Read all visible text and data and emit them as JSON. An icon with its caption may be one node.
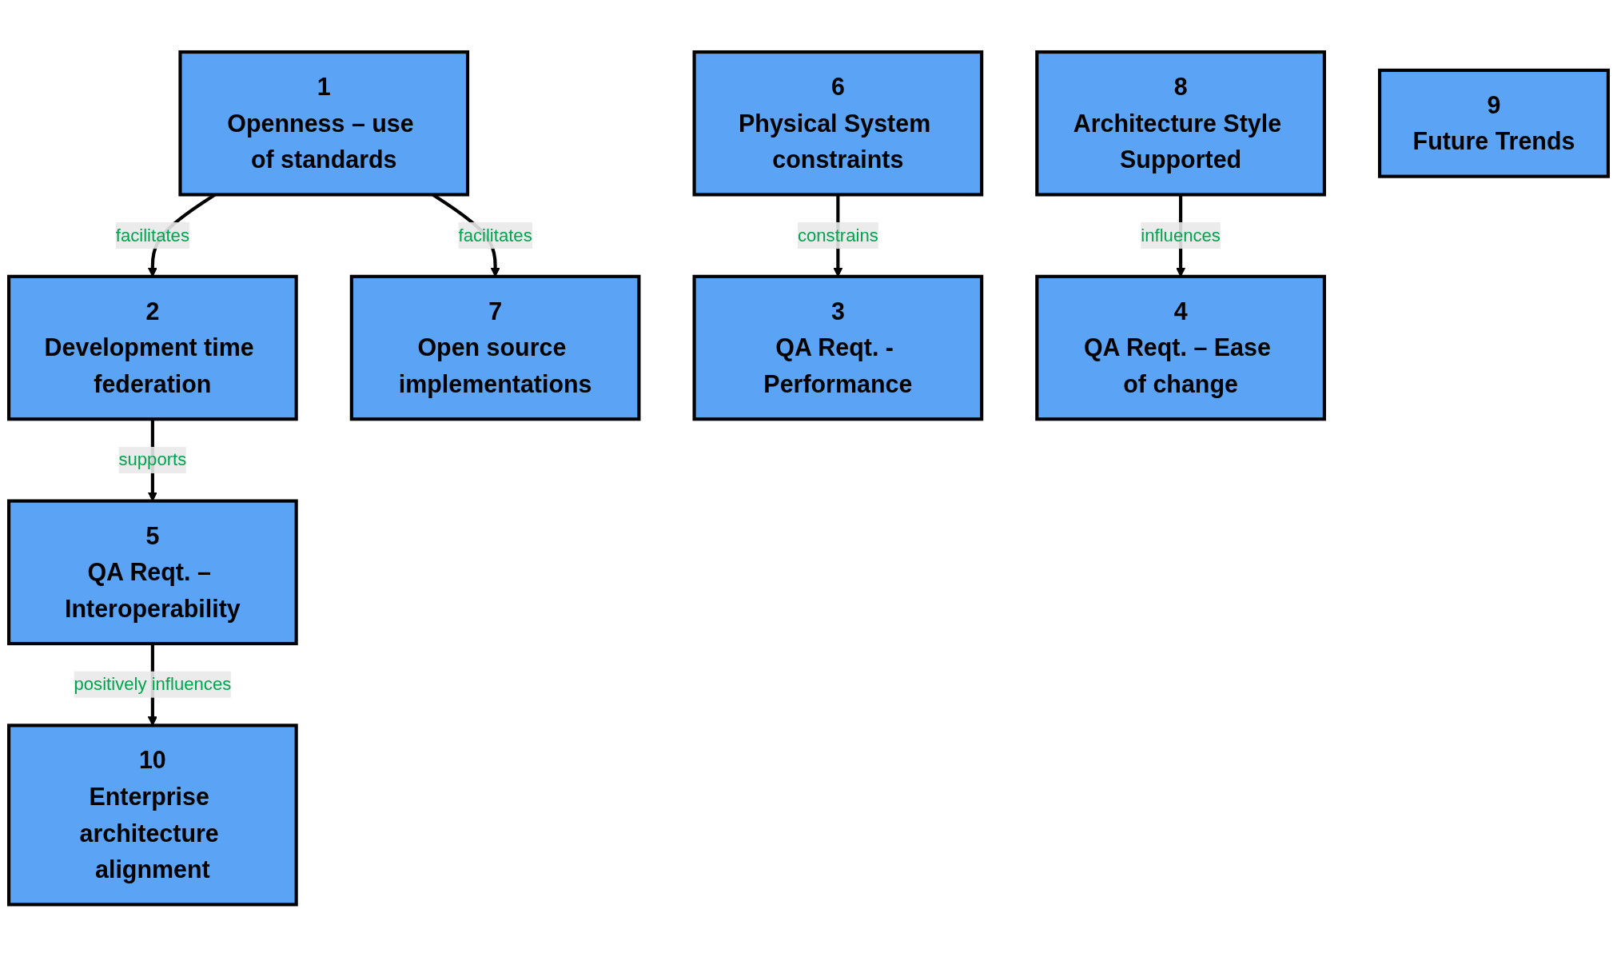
{
  "diagram": {
    "nodes": [
      {
        "text": [
          "6",
          "Physical System constraints"
        ]
      },
      {
        "text": [
          "1",
          "Openness – use of standards"
        ]
      },
      {
        "text": [
          "2",
          "Development time federation"
        ]
      },
      {
        "text": [
          "7",
          "Open source implementations"
        ]
      },
      {
        "text": [
          "3",
          "QA Reqt. - Performance"
        ]
      },
      {
        "text": [
          "5",
          "QA Reqt. – Interoperability"
        ]
      },
      {
        "text": [
          "8",
          "Architecture Style Supported"
        ]
      },
      {
        "text": [
          "10",
          "Enterprise architecture alignment"
        ]
      },
      {
        "text": [
          "4",
          "QA Reqt. – Ease of change"
        ]
      },
      {
        "text": [
          "9",
          "Future Trends"
        ]
      }
    ],
    "edges": [
      {
        "from": 0,
        "to": 4,
        "arrow": "to",
        "label": "constrains"
      },
      {
        "from": 1,
        "to": 2,
        "arrow": "to",
        "label": "facilitates"
      },
      {
        "from": 1,
        "to": 3,
        "arrow": "to",
        "label": "facilitates"
      },
      {
        "from": 2,
        "to": 5,
        "arrow": "to",
        "label": "supports"
      },
      {
        "from": 5,
        "to": 7,
        "arrow": "to",
        "label": "positively influences"
      },
      {
        "from": 6,
        "to": 8,
        "arrow": "to",
        "label": "influences"
      }
    ]
  }
}
